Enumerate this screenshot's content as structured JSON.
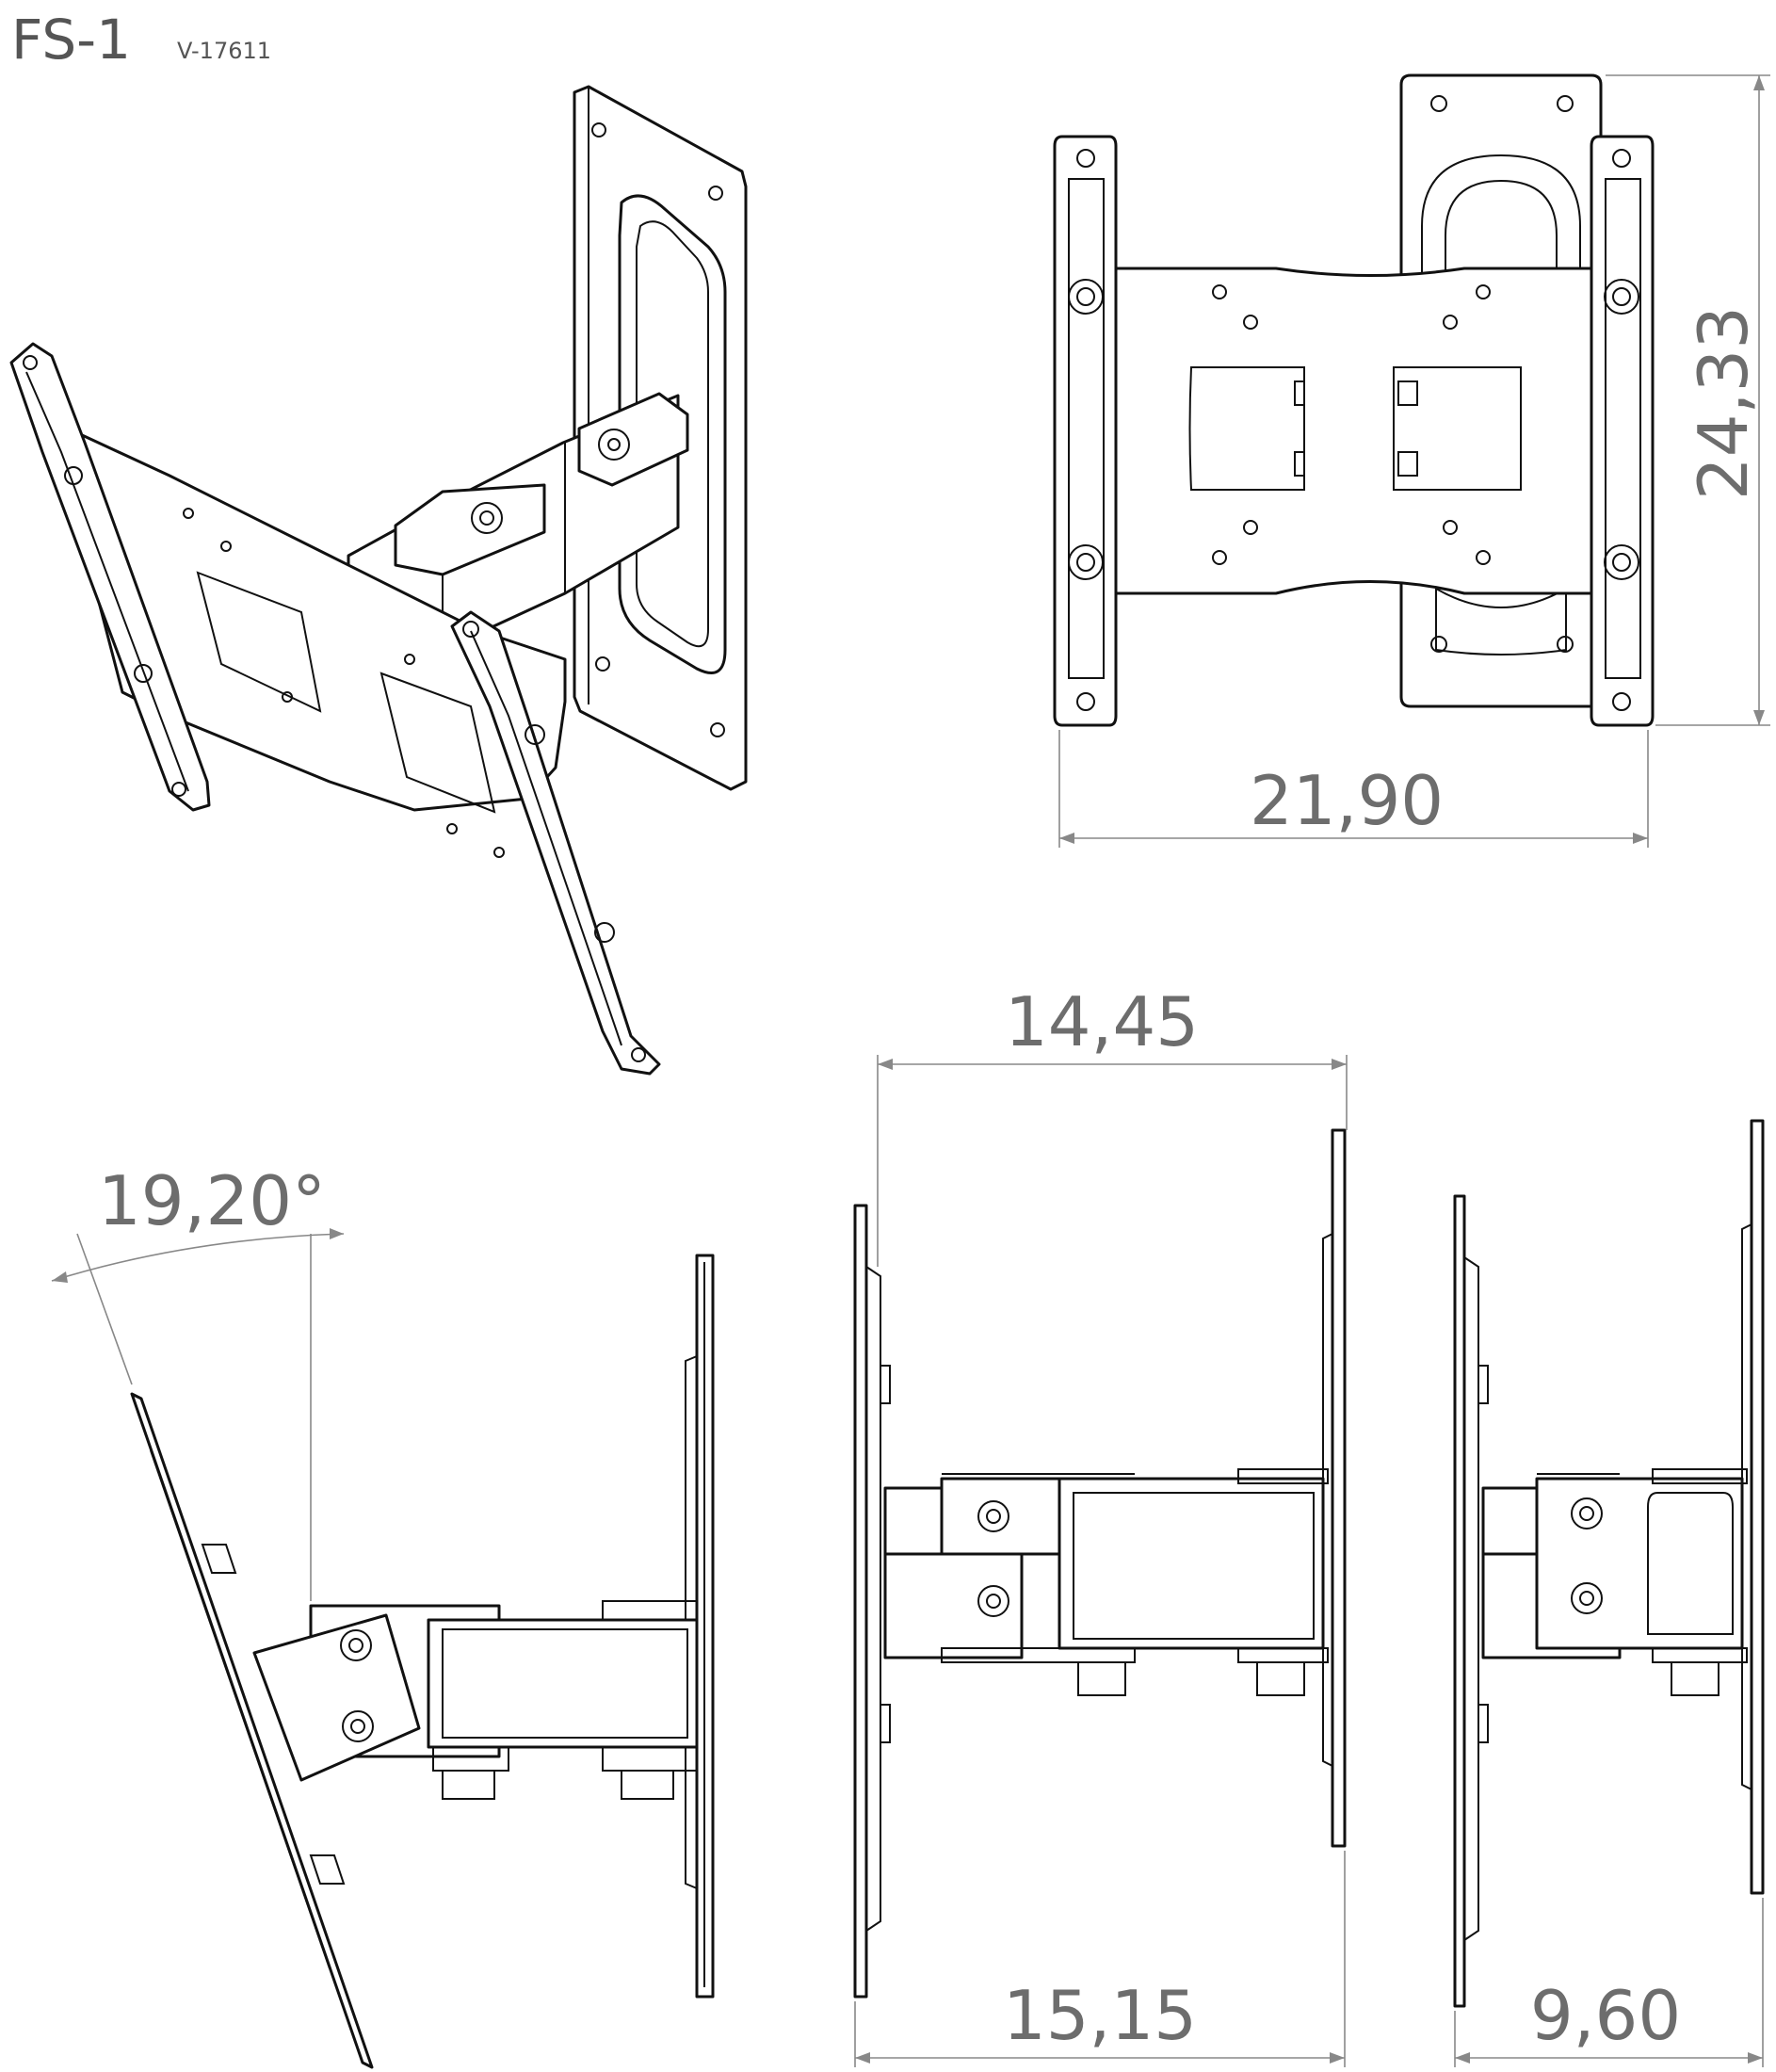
{
  "header": {
    "model": "FS-1",
    "code": "V-17611"
  },
  "dimensions": {
    "front_height": "24,33",
    "front_width": "21,90",
    "tilt_angle": "19,20°",
    "side_top": "14,45",
    "side_bottom": "15,15",
    "side_depth": "9,60"
  },
  "colors": {
    "line": "#111111",
    "dimension": "#888888",
    "dimension_text": "#6d6d6d",
    "background": "#ffffff"
  }
}
